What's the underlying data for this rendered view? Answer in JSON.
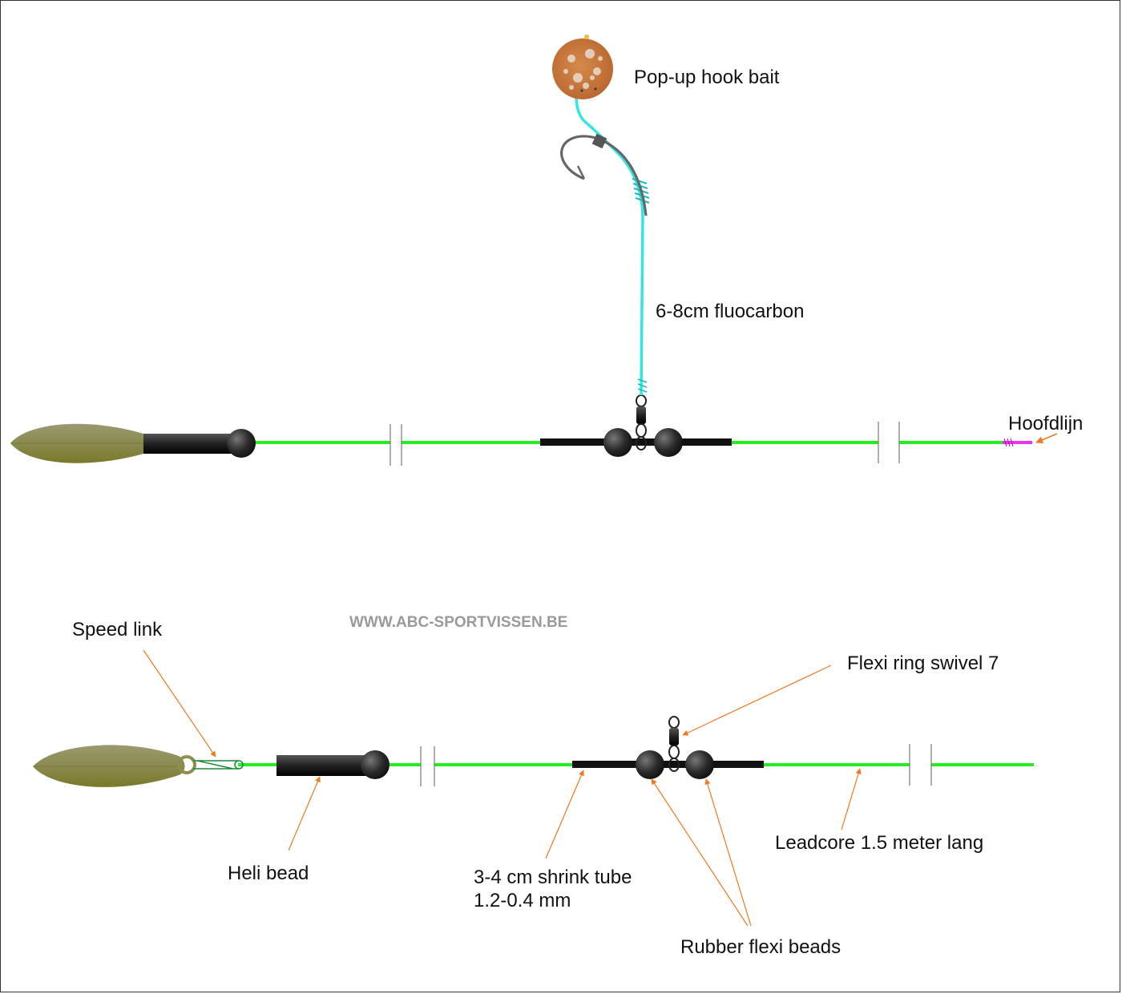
{
  "labels": {
    "hook_bait": "Pop-up hook bait",
    "fluocarbon": "6-8cm fluocarbon",
    "hoofdlijn": "Hoofdlijn",
    "speed_link": "Speed link",
    "flexi_swivel": "Flexi ring swivel 7",
    "heli_bead": "Heli bead",
    "shrink_tube_line1": "3-4 cm shrink tube",
    "shrink_tube_line2": "1.2-0.4 mm",
    "leadcore": "Leadcore 1.5 meter lang",
    "flexi_beads": "Rubber flexi beads"
  },
  "watermark": "WWW.ABC-SPORTVISSEN.BE",
  "colors": {
    "leadcore": "#22ee22",
    "hooklink": "#33e6e6",
    "mainline": "#ee33ee",
    "pointer": "#f07820",
    "lead": "#8e8e4e",
    "tube": "#111111",
    "bead": "#2a2a2a",
    "bait": "#c9793d"
  }
}
